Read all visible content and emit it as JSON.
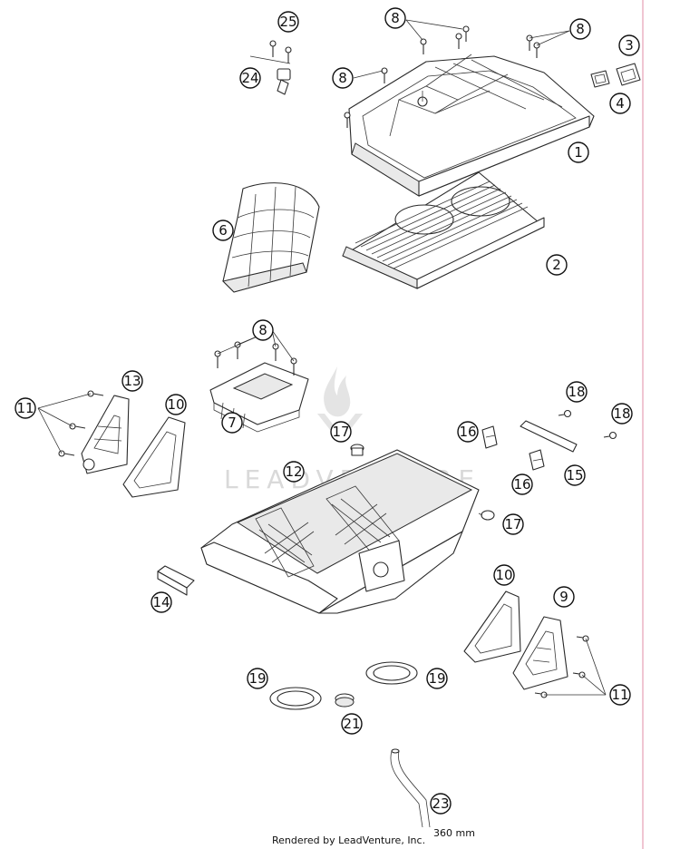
{
  "watermark": {
    "text": "LEADVENTURE"
  },
  "footer": {
    "rendered_by": "Rendered by LeadVenture, Inc.",
    "hose_length": "360 mm"
  },
  "callouts": [
    {
      "id": "c25",
      "label": "25"
    },
    {
      "id": "c24",
      "label": "24"
    },
    {
      "id": "c8a",
      "label": "8"
    },
    {
      "id": "c8b",
      "label": "8"
    },
    {
      "id": "c8c",
      "label": "8"
    },
    {
      "id": "c3",
      "label": "3"
    },
    {
      "id": "c4",
      "label": "4"
    },
    {
      "id": "c1",
      "label": "1"
    },
    {
      "id": "c6",
      "label": "6"
    },
    {
      "id": "c2",
      "label": "2"
    },
    {
      "id": "c8d",
      "label": "8"
    },
    {
      "id": "c13",
      "label": "13"
    },
    {
      "id": "c11a",
      "label": "11"
    },
    {
      "id": "c10a",
      "label": "10"
    },
    {
      "id": "c7",
      "label": "7"
    },
    {
      "id": "c17a",
      "label": "17"
    },
    {
      "id": "c18a",
      "label": "18"
    },
    {
      "id": "c18b",
      "label": "18"
    },
    {
      "id": "c16a",
      "label": "16"
    },
    {
      "id": "c12",
      "label": "12"
    },
    {
      "id": "c16b",
      "label": "16"
    },
    {
      "id": "c15",
      "label": "15"
    },
    {
      "id": "c17b",
      "label": "17"
    },
    {
      "id": "c14",
      "label": "14"
    },
    {
      "id": "c10b",
      "label": "10"
    },
    {
      "id": "c9",
      "label": "9"
    },
    {
      "id": "c19a",
      "label": "19"
    },
    {
      "id": "c19b",
      "label": "19"
    },
    {
      "id": "c11b",
      "label": "11"
    },
    {
      "id": "c21",
      "label": "21"
    },
    {
      "id": "c23",
      "label": "23"
    }
  ]
}
